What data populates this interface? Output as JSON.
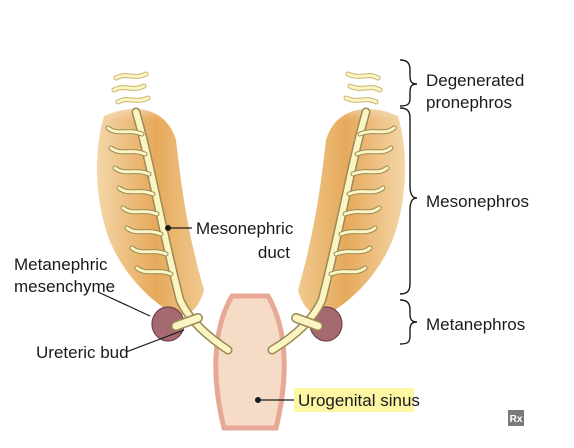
{
  "labels": {
    "degenerated_pronephros_l1": "Degenerated",
    "degenerated_pronephros_l2": "pronephros",
    "mesonephros": "Mesonephros",
    "metanephros": "Metanephros",
    "mesonephric_duct_l1": "Mesonephric",
    "mesonephric_duct_l2": "duct",
    "metanephric_mesenchyme_l1": "Metanephric",
    "metanephric_mesenchyme_l2": "mesenchyme",
    "ureteric_bud": "Ureteric bud",
    "urogenital_sinus": "Urogenital sinus"
  },
  "badge": "Rx",
  "colors": {
    "mesonephros_fill": "#e6a95a",
    "duct": "#fbf5c4",
    "duct_outline": "#9a8a55",
    "metanephric_blob": "#a46a70",
    "sinus_fill": "#f6dcc6",
    "sinus_outline": "#e7a996",
    "label_highlight": "#fdf6a4"
  }
}
